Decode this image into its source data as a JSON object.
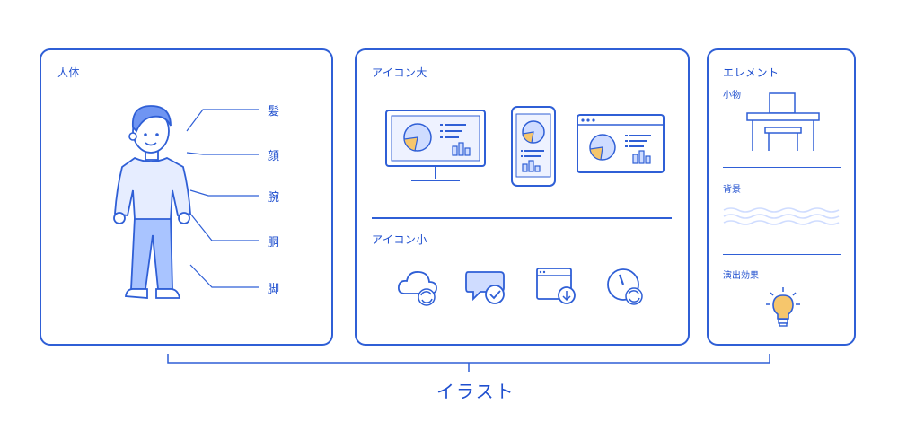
{
  "panels": {
    "body": {
      "title": "人体",
      "parts": [
        "髪",
        "顔",
        "腕",
        "胴",
        "脚"
      ]
    },
    "icons": {
      "large_title": "アイコン大",
      "small_title": "アイコン小"
    },
    "elements": {
      "title": "エレメント",
      "items": [
        "小物",
        "背景",
        "演出効果"
      ]
    }
  },
  "footer": {
    "label": "イラスト"
  },
  "colors": {
    "line": "#2f5fd6",
    "fill": "#cfdcff",
    "accent": "#f6c66c"
  },
  "icons": {
    "large": [
      "monitor-chart-icon",
      "phone-chart-icon",
      "browser-chart-icon"
    ],
    "small": [
      "cloud-sync-icon",
      "chat-check-icon",
      "window-download-icon",
      "timer-refresh-icon"
    ],
    "elements": [
      "desk-chair-icon",
      "wave-background-icon",
      "lightbulb-icon"
    ]
  }
}
